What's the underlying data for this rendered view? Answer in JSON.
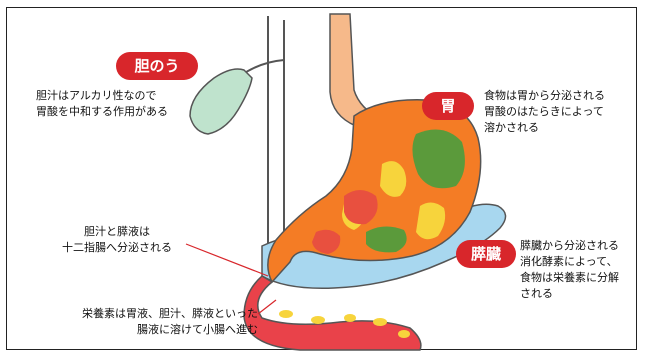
{
  "labels": {
    "gallbladder": "胆のう",
    "stomach": "胃",
    "pancreas": "膵臓"
  },
  "notes": {
    "gallbladder": "胆汁はアルカリ性なので\n胃酸を中和する作用がある",
    "stomach": "食物は胃から分泌される\n胃酸のはたらきによって\n溶かされる",
    "duodenum": "胆汁と膵液は\n十二指腸へ分泌される",
    "pancreas": "膵臓から分泌される\n消化酵素によって、\n食物は栄養素に分解\nされる",
    "nutrients": "栄養素は胃液、胆汁、膵液といった\n腸液に溶けて小腸へ進む"
  },
  "colors": {
    "badge": "#d8262b",
    "stomach": "#f47c25",
    "gallbladder": "#bfe3cd",
    "pancreas": "#a8d7ef",
    "intestine": "#e9424a",
    "food_green": "#5b9a3b",
    "food_yellow": "#f7d43c",
    "food_red": "#e8503f"
  }
}
